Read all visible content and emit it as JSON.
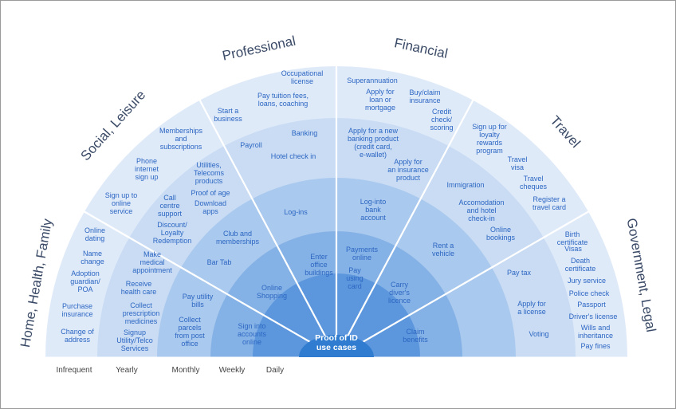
{
  "diagram": {
    "center_label": [
      "Proof of ID",
      "use cases"
    ],
    "ring_colors": [
      "#2f7cd0",
      "#5c97dd",
      "#85b2e6",
      "#aac9ee",
      "#c9dcf4",
      "#dfeaf9"
    ],
    "frequency_labels": [
      "Infrequent",
      "Yearly",
      "Monthly",
      "Weekly",
      "Daily"
    ],
    "categories": [
      {
        "name": "Home, Health, Family"
      },
      {
        "name": "Social, Leisure"
      },
      {
        "name": "Professional"
      },
      {
        "name": "Financial"
      },
      {
        "name": "Travel"
      },
      {
        "name": "Government, Legal"
      }
    ],
    "items": [
      {
        "lines": [
          "Online",
          "dating"
        ]
      },
      {
        "lines": [
          "Name",
          "change"
        ]
      },
      {
        "lines": [
          "Adoption",
          "guardian/",
          "POA"
        ]
      },
      {
        "lines": [
          "Purchase",
          "insurance"
        ]
      },
      {
        "lines": [
          "Change of",
          "address"
        ]
      },
      {
        "lines": [
          "Make",
          "medical",
          "appointment"
        ]
      },
      {
        "lines": [
          "Receive",
          "health care"
        ]
      },
      {
        "lines": [
          "Collect",
          "prescription",
          "medicines"
        ]
      },
      {
        "lines": [
          "Signup",
          "Utility/Telco",
          "Services"
        ]
      },
      {
        "lines": [
          "Pay utility",
          "bills"
        ]
      },
      {
        "lines": [
          "Collect",
          "parcels",
          "from post",
          "office"
        ]
      },
      {
        "lines": [
          "Sign into",
          "accounts",
          "online"
        ]
      },
      {
        "lines": [
          "Sign up to",
          "online",
          "service"
        ]
      },
      {
        "lines": [
          "Phone",
          "internet",
          "sign up"
        ]
      },
      {
        "lines": [
          "Memberships",
          "and",
          "subscriptions"
        ]
      },
      {
        "lines": [
          "Utilities,",
          "Telecoms",
          "products"
        ]
      },
      {
        "lines": [
          "Proof of age"
        ]
      },
      {
        "lines": [
          "Call",
          "centre",
          "support"
        ]
      },
      {
        "lines": [
          "Download",
          "apps"
        ]
      },
      {
        "lines": [
          "Discount/",
          "Loyalty",
          "Redemption"
        ]
      },
      {
        "lines": [
          "Club and",
          "memberships"
        ]
      },
      {
        "lines": [
          "Bar Tab"
        ]
      },
      {
        "lines": [
          "Online",
          "Shopping"
        ]
      },
      {
        "lines": [
          "Occupational",
          "license"
        ]
      },
      {
        "lines": [
          "Pay tuition fees,",
          "loans, coaching"
        ]
      },
      {
        "lines": [
          "Start a",
          "business"
        ]
      },
      {
        "lines": [
          "Banking"
        ]
      },
      {
        "lines": [
          "Payroll"
        ]
      },
      {
        "lines": [
          "Hotel check in"
        ]
      },
      {
        "lines": [
          "Log-ins"
        ]
      },
      {
        "lines": [
          "Enter",
          "office",
          "buildings"
        ]
      },
      {
        "lines": [
          "Superannuation"
        ]
      },
      {
        "lines": [
          "Apply for",
          "loan or",
          "mortgage"
        ]
      },
      {
        "lines": [
          "Buy/claim",
          "insurance"
        ]
      },
      {
        "lines": [
          "Credit",
          "check/",
          "scoring"
        ]
      },
      {
        "lines": [
          "Apply for a new",
          "banking product",
          "(credit card,",
          "e-wallet)"
        ]
      },
      {
        "lines": [
          "Apply for",
          "an insurance",
          "product"
        ]
      },
      {
        "lines": [
          "Log-into",
          "bank",
          "account"
        ]
      },
      {
        "lines": [
          "Payments",
          "online"
        ]
      },
      {
        "lines": [
          "Pay",
          "using",
          "card"
        ]
      },
      {
        "lines": [
          "Sign up for",
          "loyalty",
          "rewards",
          "program"
        ]
      },
      {
        "lines": [
          "Travel",
          "visa"
        ]
      },
      {
        "lines": [
          "Travel",
          "cheques"
        ]
      },
      {
        "lines": [
          "Register a",
          "travel card"
        ]
      },
      {
        "lines": [
          "Immigration"
        ]
      },
      {
        "lines": [
          "Accomodation",
          "and hotel",
          "check-in"
        ]
      },
      {
        "lines": [
          "Online",
          "bookings"
        ]
      },
      {
        "lines": [
          "Rent a",
          "vehicle"
        ]
      },
      {
        "lines": [
          "Carry",
          "diver's",
          "licence"
        ]
      },
      {
        "lines": [
          "Birth",
          "certificate"
        ]
      },
      {
        "lines": [
          "Visas"
        ]
      },
      {
        "lines": [
          "Death",
          "certificate"
        ]
      },
      {
        "lines": [
          "Jury service"
        ]
      },
      {
        "lines": [
          "Police check"
        ]
      },
      {
        "lines": [
          "Passport"
        ]
      },
      {
        "lines": [
          "Driver's license"
        ]
      },
      {
        "lines": [
          "Wills and",
          "inheritance"
        ]
      },
      {
        "lines": [
          "Pay fines"
        ]
      },
      {
        "lines": [
          "Pay tax"
        ]
      },
      {
        "lines": [
          "Apply for",
          "a license"
        ]
      },
      {
        "lines": [
          "Voting"
        ]
      },
      {
        "lines": [
          "Claim",
          "benefits"
        ]
      }
    ]
  }
}
